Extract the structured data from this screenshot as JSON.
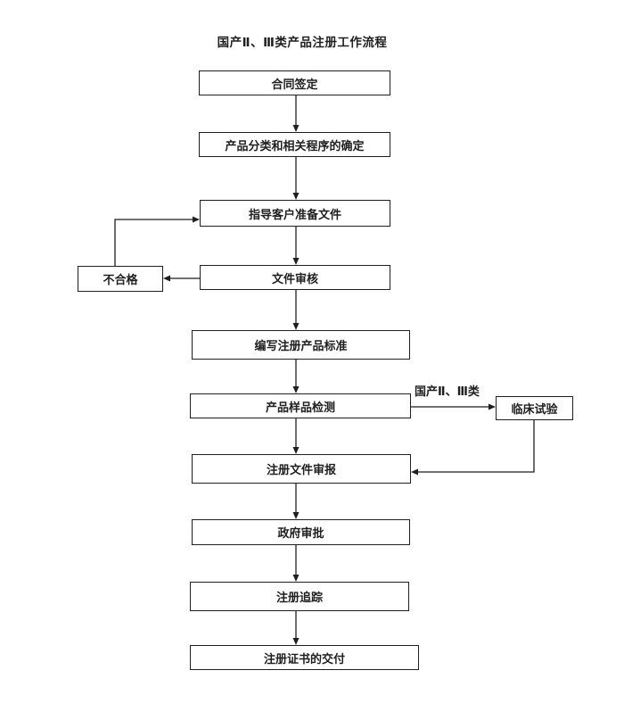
{
  "title": "国产Ⅱ、Ⅲ类产品注册工作流程",
  "flowchart": {
    "nodes": {
      "contract": {
        "label": "合同签定"
      },
      "classification": {
        "label": "产品分类和相关程序的确定"
      },
      "guide": {
        "label": "指导客户准备文件"
      },
      "review": {
        "label": "文件审核"
      },
      "standard": {
        "label": "编写注册产品标准"
      },
      "sample_testing": {
        "label": "产品样品检测"
      },
      "submission": {
        "label": "注册文件审报"
      },
      "government_approval": {
        "label": "政府审批"
      },
      "tracking": {
        "label": "注册追踪"
      },
      "certificate_delivery": {
        "label": "注册证书的交付"
      },
      "unqualified": {
        "label": "不合格"
      },
      "clinical_trial": {
        "label": "临床试验"
      }
    },
    "edge_labels": {
      "domestic_class_2_3": "国产Ⅱ、Ⅲ类"
    },
    "colors": {
      "line": "#1f1f1f",
      "background": "#ffffff"
    }
  }
}
